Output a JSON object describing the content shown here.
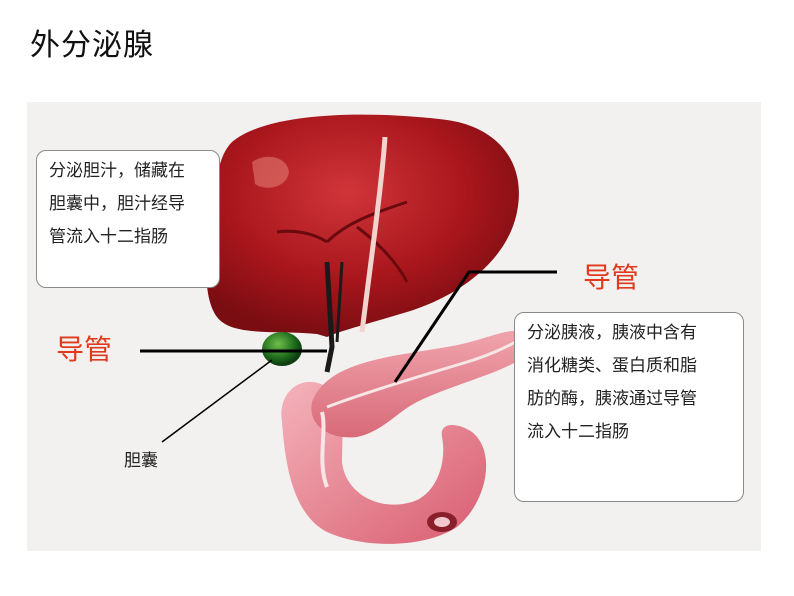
{
  "title": "外分泌腺",
  "callouts": {
    "liver": "分泌胆汁，储藏在\n胆囊中，胆汁经导\n管流入十二指肠",
    "pancreas": "分泌胰液，胰液中含有\n消化糖类、蛋白质和脂\n肪的酶，胰液通过导管\n流入十二指肠"
  },
  "labels": {
    "duct_left": "导管",
    "duct_right": "导管",
    "gallbladder": "胆囊"
  },
  "colors": {
    "label_red": "#e0391b",
    "liver": "#b01c22",
    "pancreas": "#e37a86"
  }
}
